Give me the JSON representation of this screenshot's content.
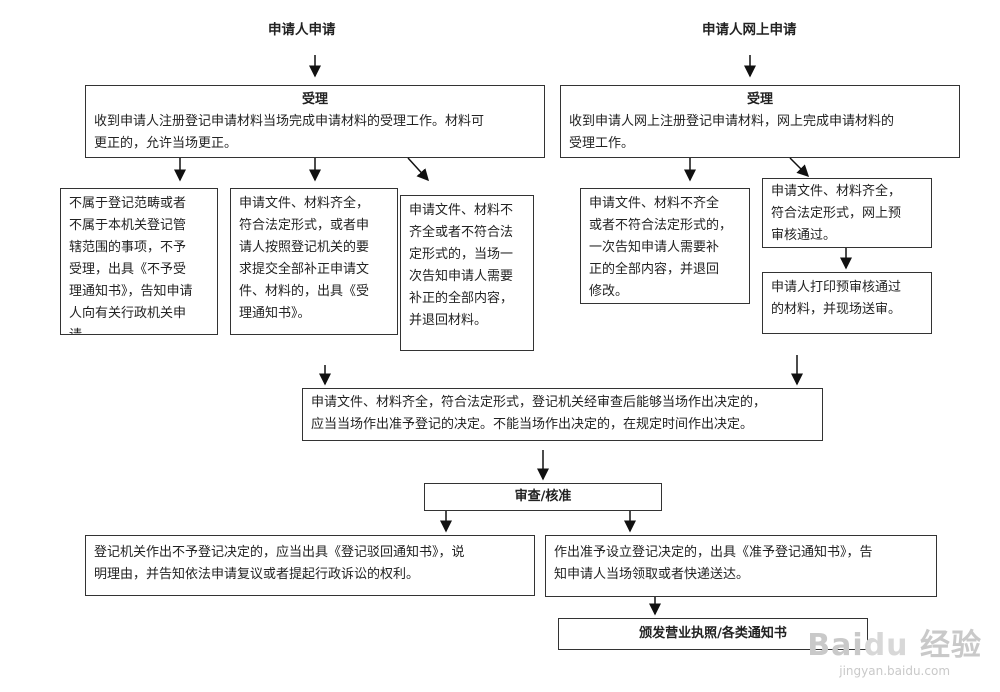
{
  "left_title": "申请人申请",
  "right_title": "申请人网上申请",
  "accept_left": {
    "heading": "受理",
    "lines": [
      "收到申请人注册登记申请材料当场完成申请材料的受理工作。材料可",
      "更正的，允许当场更正。"
    ]
  },
  "accept_right": {
    "heading": "受理",
    "lines": [
      "收到申请人网上注册登记申请材料，网上完成申请材料的",
      "受理工作。"
    ]
  },
  "left_branches": [
    {
      "lines": [
        "不属于登记范畴或者",
        "不属于本机关登记管",
        "辖范围的事项，不予",
        "受理，出具《不予受",
        "理通知书》，告知申请",
        "人向有关行政机关申",
        "请"
      ]
    },
    {
      "lines": [
        "申请文件、材料齐全，",
        "符合法定形式，或者申",
        "请人按照登记机关的要",
        "求提交全部补正申请文",
        "件、材料的，出具《受",
        "理通知书》。"
      ]
    },
    {
      "lines": [
        "申请文件、材料不",
        "齐全或者不符合法",
        "定形式的，当场一",
        "次告知申请人需要",
        "补正的全部内容，",
        "并退回材料。"
      ]
    }
  ],
  "right_branches": [
    {
      "lines": [
        "申请文件、材料不齐全",
        "或者不符合法定形式的，",
        "一次告知申请人需要补",
        "正的全部内容，并退回",
        "修改。"
      ]
    },
    {
      "lines": [
        "申请文件、材料齐全，",
        "符合法定形式，网上预",
        "审核通过。"
      ]
    },
    {
      "lines": [
        "申请人打印预审核通过",
        "的材料，并现场送审。"
      ]
    }
  ],
  "decision": {
    "lines": [
      "申请文件、材料齐全，符合法定形式，登记机关经审查后能够当场作出决定的，",
      "应当当场作出准予登记的决定。不能当场作出决定的，在规定时间作出决定。"
    ]
  },
  "review": "审查/核准",
  "reject": {
    "lines": [
      "登记机关作出不予登记决定的，应当出具《登记驳回通知书》，说",
      "明理由，并告知依法申请复议或者提起行政诉讼的权利。"
    ]
  },
  "approve": {
    "lines": [
      "作出准予设立登记决定的，出具《准予登记通知书》，告",
      "知申请人当场领取或者快递送达。"
    ]
  },
  "issue": "颁发营业执照/各类通知书",
  "watermark": {
    "brand": "Baidu经验",
    "url": "jingyan.baidu.com"
  }
}
